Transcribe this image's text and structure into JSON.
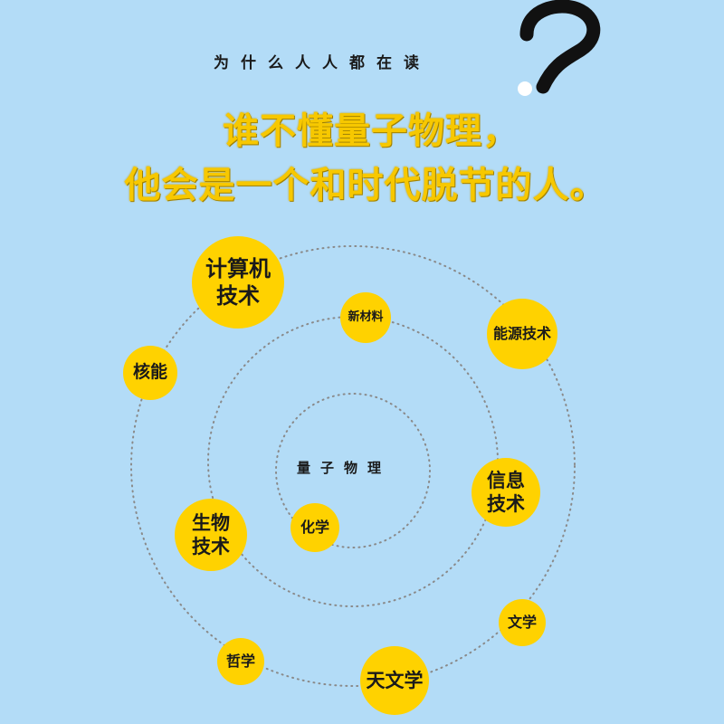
{
  "header": {
    "subtitle": "为什么人人都在读",
    "headline_line1": "谁不懂量子物理，",
    "headline_line2": "他会是一个和时代脱节的人。"
  },
  "diagram": {
    "center_label": "量子物理",
    "fields": {
      "computer_tech": "计算机\n技术",
      "nuclear": "核能",
      "new_materials": "新材料",
      "energy_tech": "能源技术",
      "info_tech": "信息\n技术",
      "biotech": "生物\n技术",
      "chemistry": "化学",
      "literature": "文学",
      "philosophy": "哲学",
      "astronomy": "天文学"
    }
  },
  "colors": {
    "background": "#b3dcf7",
    "accent_yellow": "#ffd200",
    "headline_yellow": "#f7c800",
    "ring_dots": "#8a8a8a"
  }
}
